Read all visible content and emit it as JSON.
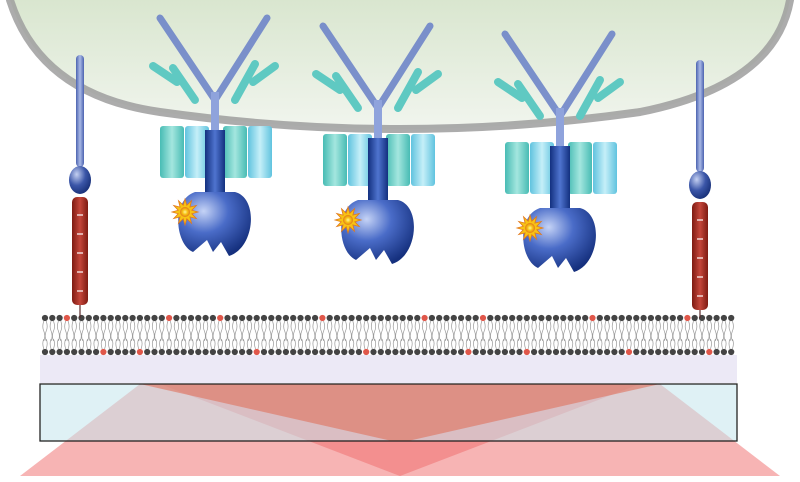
{
  "figure": {
    "elements": {
      "cell": "cell-membrane-overlay",
      "receptor_complexes": [
        {
          "id": "complex-1",
          "label_marker": "fluorescent-star-icon"
        },
        {
          "id": "complex-2",
          "label_marker": "fluorescent-star-icon"
        },
        {
          "id": "complex-3",
          "label_marker": "fluorescent-star-icon"
        }
      ],
      "anchor_proteins": [
        {
          "id": "anchor-left"
        },
        {
          "id": "anchor-right"
        }
      ],
      "bilayer": {
        "name": "supported-lipid-bilayer"
      },
      "substrate": {
        "name": "glass-substrate"
      },
      "illumination": {
        "name": "crossed-excitation-beams"
      }
    },
    "colors": {
      "cell_fill": "#dfe9d6",
      "cell_edge": "#9e9e9e",
      "antibody": "#6f86c9",
      "receptor_teal": "#5fc9c2",
      "receptor_light": "#8fd6ea",
      "kinase_blue": "#1e3e96",
      "anchor_red": "#a3281c",
      "anchor_stalk": "#5c74c0",
      "lipid_head": "#444444",
      "lipid_highlight": "#e0574a",
      "glass": "#c6e6ee",
      "spacer": "#ece9f6",
      "beam": "#f06a6a",
      "star": "#f7c315"
    }
  }
}
